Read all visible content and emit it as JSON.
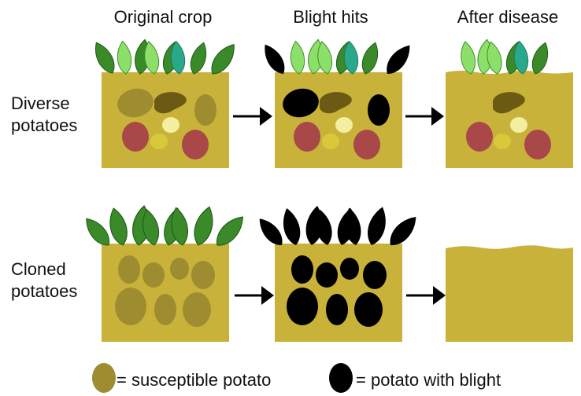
{
  "columns": [
    "Original crop",
    "Blight hits",
    "After disease"
  ],
  "rows": [
    {
      "line1": "Diverse",
      "line2": "potatoes"
    },
    {
      "line1": "Cloned",
      "line2": "potatoes"
    }
  ],
  "legend": {
    "susceptible": "= susceptible potato",
    "blight": "= potato with blight"
  },
  "colors": {
    "soil": "#c9b23a",
    "susceptible": "#9e8c30",
    "blighted": "#000000",
    "resistant_red": "#a84848",
    "resistant_olive": "#6a5a14",
    "resistant_yellow": "#d7c93a",
    "resistant_pale": "#f4eea0",
    "leaf_dark": "#3a8a2a",
    "leaf_light": "#8ce06a",
    "leaf_teal": "#2aa88a"
  }
}
